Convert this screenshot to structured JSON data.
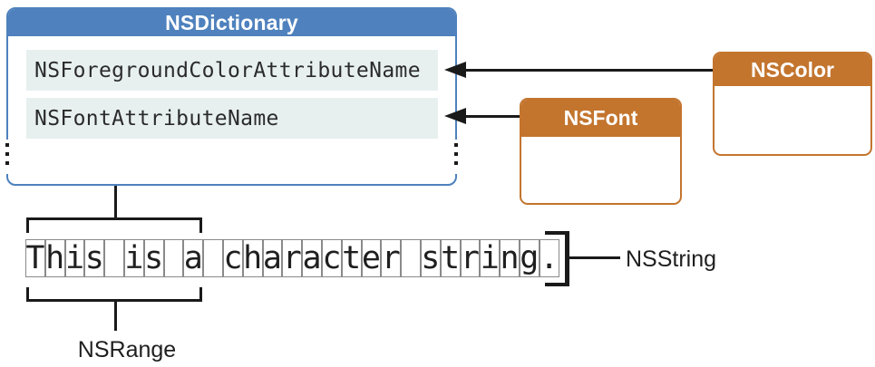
{
  "dictionary": {
    "title": "NSDictionary",
    "rows": [
      {
        "key": "NSForegroundColorAttributeName"
      },
      {
        "key": "NSFontAttributeName"
      }
    ]
  },
  "classes": [
    {
      "name": "NSColor"
    },
    {
      "name": "NSFont"
    }
  ],
  "string": {
    "characters": [
      "T",
      "h",
      "i",
      "s",
      " ",
      "i",
      "s",
      " ",
      "a",
      " ",
      "c",
      "h",
      "a",
      "r",
      "a",
      "c",
      "t",
      "e",
      "r",
      " ",
      "s",
      "t",
      "r",
      "i",
      "n",
      "g",
      "."
    ],
    "label": "NSString"
  },
  "range_label": "NSRange",
  "colors": {
    "blue": "#4E81BD",
    "orange": "#C3752E",
    "row_bg": "#E7F0EF",
    "line": "#1A1A1A"
  }
}
